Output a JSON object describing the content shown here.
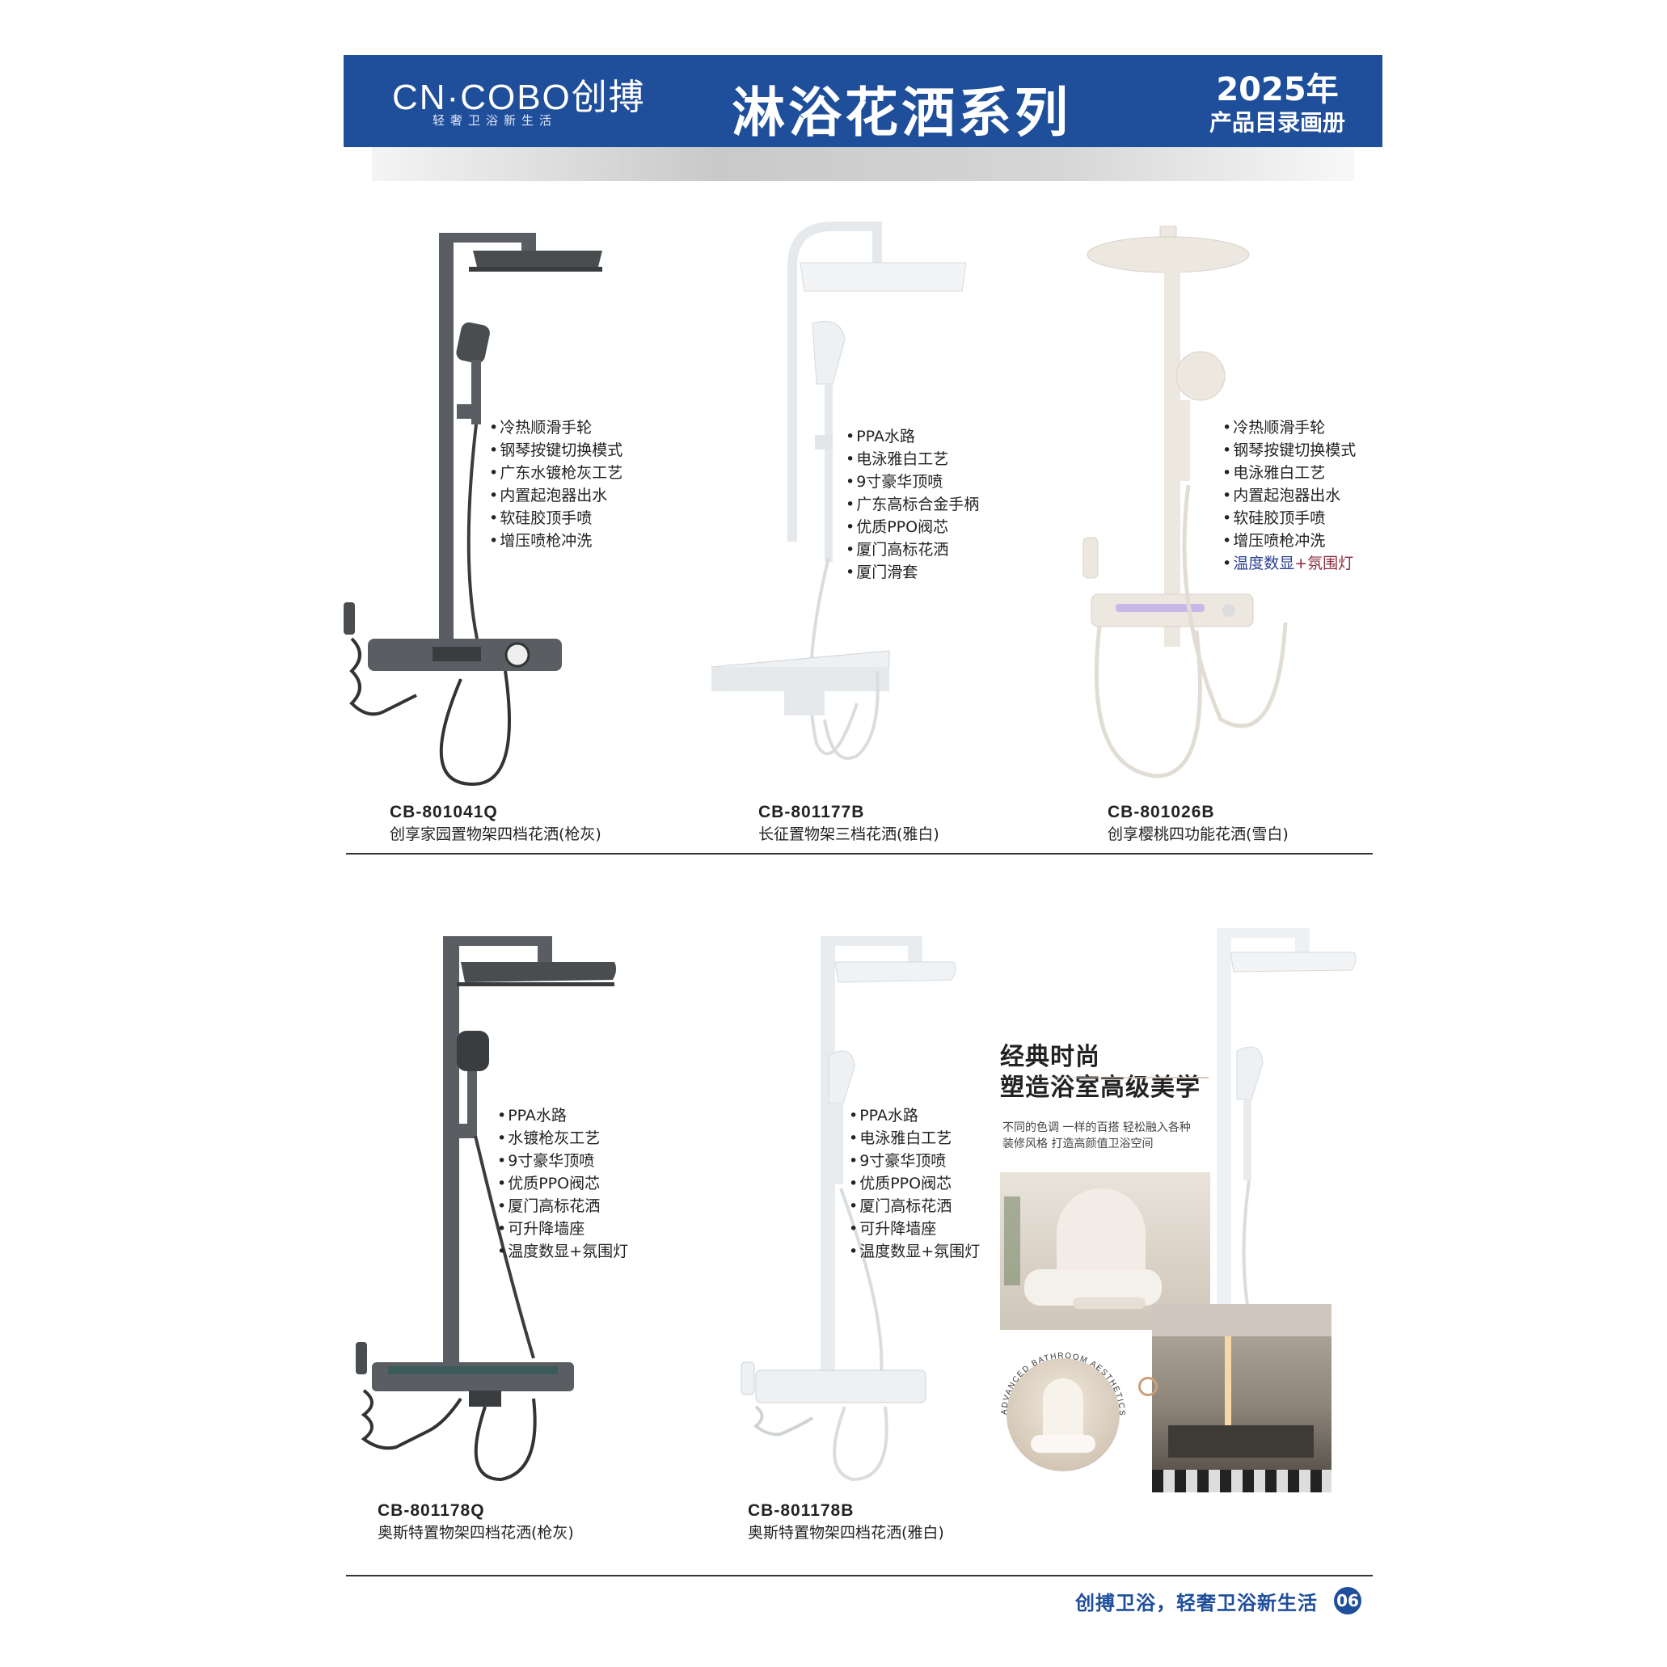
{
  "header": {
    "brand": "CN·COBO创搏",
    "tagline": "轻奢卫浴新生活",
    "series_title": "淋浴花洒系列",
    "year": "2025年",
    "catalog": "产品目录画册"
  },
  "products": [
    {
      "model": "CB-801041Q",
      "name": "创享家园置物架四档花洒(枪灰)",
      "features": [
        "冷热顺滑手轮",
        "钢琴按键切换模式",
        "广东水镀枪灰工艺",
        "内置起泡器出水",
        "软硅胶顶手喷",
        "增压喷枪冲洗"
      ]
    },
    {
      "model": "CB-801177B",
      "name": "长征置物架三档花洒(雅白)",
      "features": [
        "PPA水路",
        "电泳雅白工艺",
        "9寸豪华顶喷",
        "广东高标合金手柄",
        "优质PPO阀芯",
        "厦门高标花洒",
        "厦门滑套"
      ]
    },
    {
      "model": "CB-801026B",
      "name": "创享樱桃四功能花洒(雪白)",
      "features": [
        "冷热顺滑手轮",
        "钢琴按键切换模式",
        "电泳雅白工艺",
        "内置起泡器出水",
        "软硅胶顶手喷",
        "增压喷枪冲洗"
      ],
      "feature_highlight_a": "温度数显",
      "feature_highlight_b": "+氛围灯"
    },
    {
      "model": "CB-801178Q",
      "name": "奥斯特置物架四档花洒(枪灰)",
      "features": [
        "PPA水路",
        "水镀枪灰工艺",
        "9寸豪华顶喷",
        "优质PPO阀芯",
        "厦门高标花洒",
        "可升降墙座",
        "温度数显+氛围灯"
      ]
    },
    {
      "model": "CB-801178B",
      "name": "奥斯特置物架四档花洒(雅白)",
      "features": [
        "PPA水路",
        "电泳雅白工艺",
        "9寸豪华顶喷",
        "优质PPO阀芯",
        "厦门高标花洒",
        "可升降墙座",
        "温度数显+氛围灯"
      ]
    }
  ],
  "promo": {
    "headline_1": "经典时尚",
    "headline_2": "塑造浴室高级美学",
    "sub_1": "不同的色调 一样的百搭 轻松融入各种",
    "sub_2": "装修风格 打造高颜值卫浴空间",
    "badge": "ADVANCED BATHROOM AESTHETICS"
  },
  "footer": {
    "slogan": "创搏卫浴，轻奢卫浴新生活",
    "page": "06"
  },
  "colors": {
    "header_blue": "#1f4e9b",
    "gunmetal": "#5a5d61",
    "white_finish": "#eef1f4",
    "snow_white": "#ece7df",
    "highlight_blue": "#2b3f8f",
    "highlight_red": "#8a2a3a"
  }
}
